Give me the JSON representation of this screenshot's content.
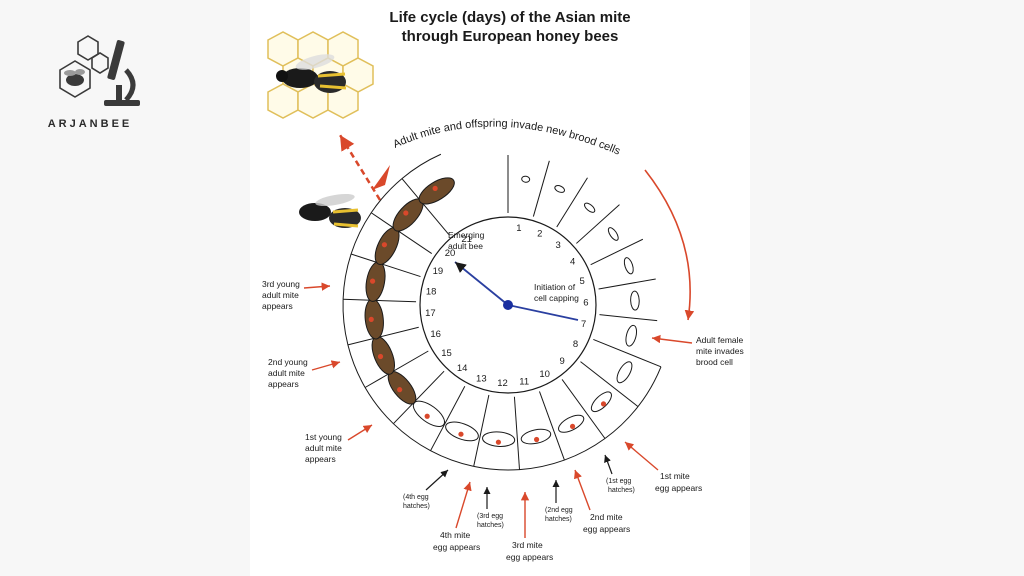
{
  "title": {
    "line1": "Life cycle (days) of the Asian mite",
    "line2": "through European honey bees"
  },
  "brand": {
    "name": "ARJANBEE"
  },
  "diagram": {
    "arc_caption": "Adult mite and offspring invade  new brood cells",
    "center": {
      "emerging_line1": "Emerging",
      "emerging_line2": "adult bee",
      "capping_line1": "Initiation of",
      "capping_line2": "cell capping"
    },
    "days": [
      "1",
      "2",
      "3",
      "4",
      "5",
      "6",
      "7",
      "8",
      "9",
      "10",
      "11",
      "12",
      "13",
      "14",
      "15",
      "16",
      "17",
      "18",
      "19",
      "20",
      "21"
    ],
    "annotations": {
      "female_invades": [
        "Adult female",
        "mite invades",
        "brood cell"
      ],
      "egg1": [
        "1st mite",
        "egg appears"
      ],
      "egg1_hatch": [
        "(1st egg",
        "hatches)"
      ],
      "egg2": [
        "2nd mite",
        "egg appears"
      ],
      "egg2_hatch": [
        "(2nd egg",
        "hatches)"
      ],
      "egg3": [
        "3rd mite",
        "egg appears"
      ],
      "egg3_hatch": [
        "(3rd egg",
        "hatches)"
      ],
      "egg4": [
        "4th mite",
        "egg appears"
      ],
      "egg4_hatch": [
        "(4th egg",
        "hatches)"
      ],
      "young1": [
        "1st young",
        "adult mite",
        "appears"
      ],
      "young2": [
        "2nd young",
        "adult mite",
        "appears"
      ],
      "young3": [
        "3rd young",
        "adult mite",
        "appears"
      ]
    },
    "colors": {
      "arrow_red": "#d9482b",
      "hand_blue": "#2a3fa0",
      "pupa_brown": "#6b4a2a",
      "comb_yellow": "#e8c868"
    }
  }
}
